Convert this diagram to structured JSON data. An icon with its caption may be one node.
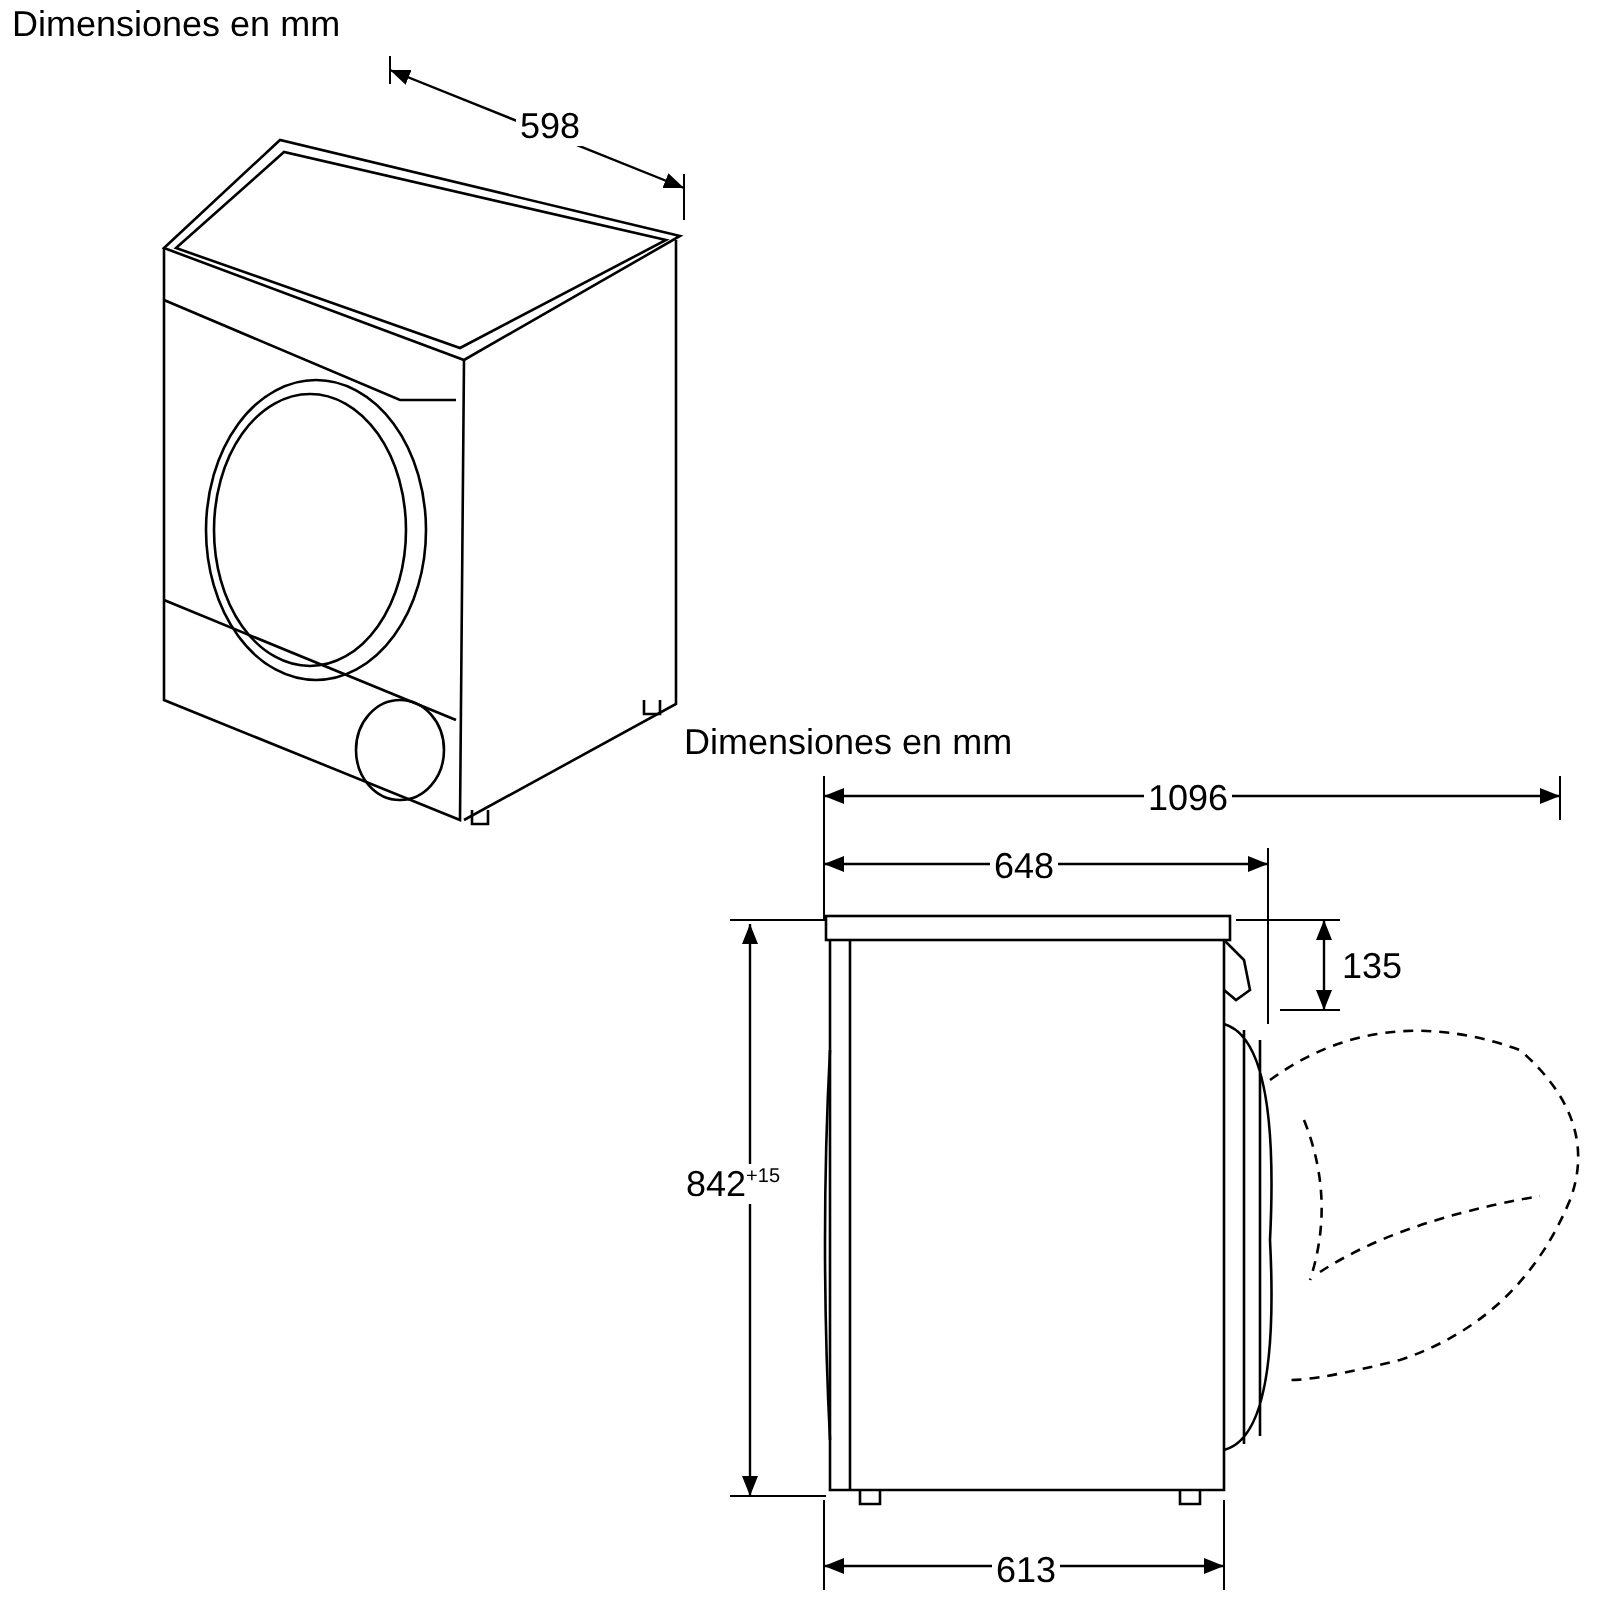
{
  "diagram": {
    "labels": [
      "Dimensiones en mm",
      "598",
      "Dimensiones en mm",
      "1096",
      "648",
      "135",
      "842$^{+15}$",
      "613"
    ]
  }
}
